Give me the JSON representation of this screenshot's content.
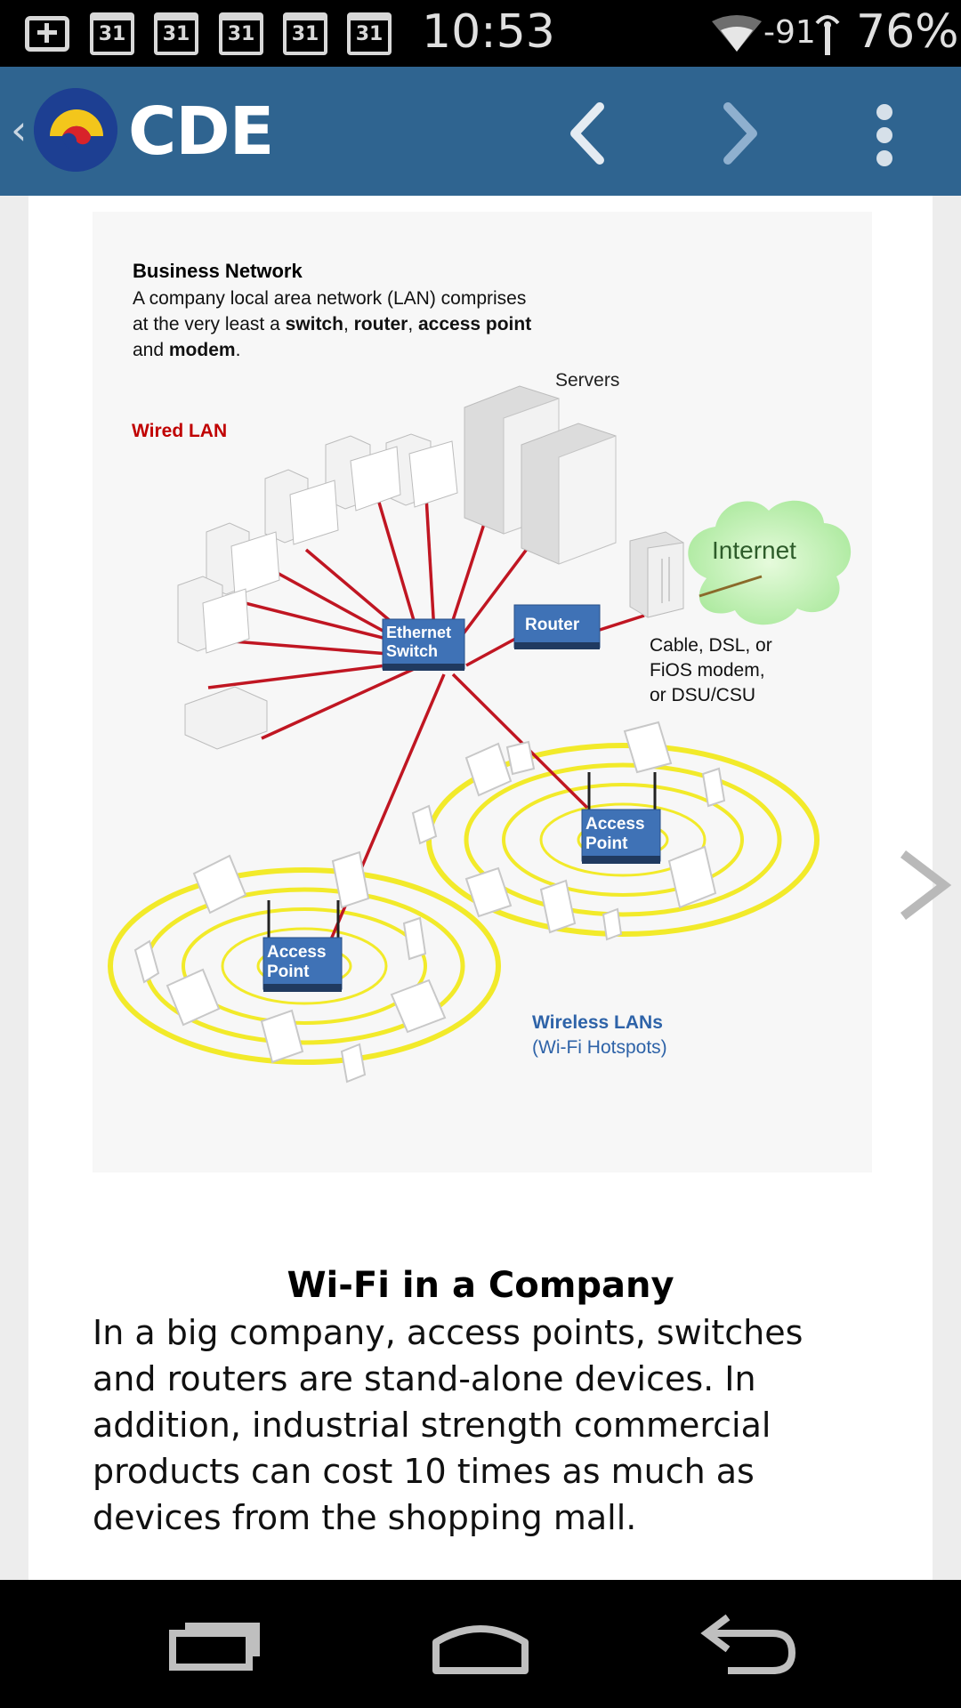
{
  "status_bar": {
    "notifications": [
      "31",
      "31",
      "31",
      "31",
      "31"
    ],
    "time": "10:53",
    "signal": "-91",
    "battery": "76%"
  },
  "app_bar": {
    "title": "CDE",
    "icons": [
      "back-caret-icon",
      "app-logo",
      "prev-page-icon",
      "next-page-icon",
      "overflow-menu-icon"
    ]
  },
  "figure": {
    "heading": "Business Network",
    "intro_line1": "A company local area network (LAN) comprises",
    "intro_line2_a": "at the very least a ",
    "intro_switch": "switch",
    "intro_sep1": ", ",
    "intro_router": "router",
    "intro_sep2": ", ",
    "intro_ap": "access point",
    "intro_line3_a": "and ",
    "intro_modem": "modem",
    "intro_line3_b": ".",
    "servers": "Servers",
    "wired_lan": "Wired LAN",
    "internet": "Internet",
    "switch_line1": "Ethernet",
    "switch_line2": "Switch",
    "router": "Router",
    "modem_line1": "Cable, DSL, or",
    "modem_line2": "FiOS modem,",
    "modem_line3": "or DSU/CSU",
    "ap_line1": "Access",
    "ap_line2": "Point",
    "wireless_title": "Wireless LANs",
    "wireless_sub": "(Wi-Fi Hotspots)"
  },
  "caption": {
    "title": "Wi-Fi in a Company",
    "body": "In a big company, access points, switches and routers are stand-alone devices. In addition, industrial strength commercial products can cost 10 times as much as devices from the shopping mall."
  },
  "nav_bar": {
    "icons": [
      "recent-apps-icon",
      "home-icon",
      "back-icon"
    ]
  },
  "colors": {
    "status_bar": "#000000",
    "app_bar": "#2f6490",
    "page_bg": "#ededed",
    "card_bg": "#ffffff",
    "cable": "#c01622",
    "device_blue": "#3f72b6",
    "wifi_ring": "#f2ea2a",
    "wired_label": "#c00000",
    "wireless_label": "#2e63a8",
    "internet_cloud": "#bff0b0"
  }
}
